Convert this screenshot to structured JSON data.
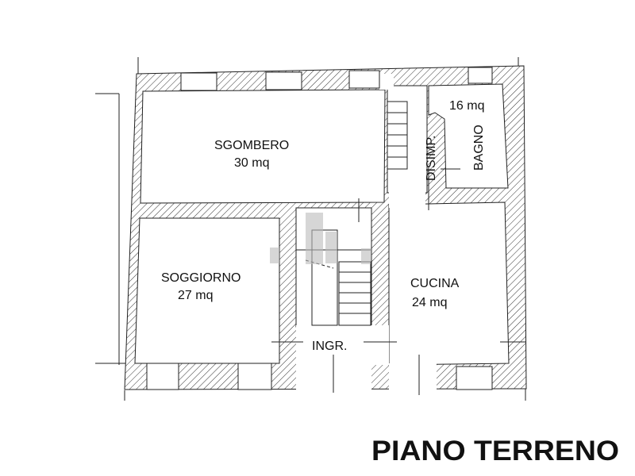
{
  "title": "PIANO TERRENO",
  "rooms": {
    "sgombero": {
      "name": "SGOMBERO",
      "area": "30 mq"
    },
    "soggiorno": {
      "name": "SOGGIORNO",
      "area": "27 mq"
    },
    "cucina": {
      "name": "CUCINA",
      "area": "24 mq"
    },
    "bagno": {
      "name": "BAGNO",
      "area": "16 mq"
    },
    "disimpegno": {
      "name": "DISIMP."
    },
    "ingresso": {
      "name": "INGR."
    }
  }
}
